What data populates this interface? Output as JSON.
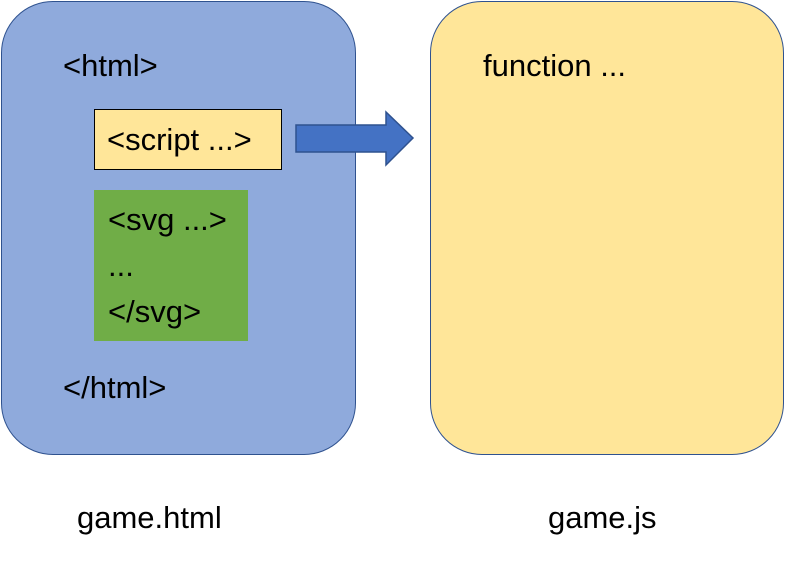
{
  "colors": {
    "html_box_fill": "#8faadc",
    "js_box_fill": "#ffe699",
    "script_box_fill": "#ffe699",
    "svg_box_fill": "#70ad47",
    "arrow_fill": "#4472c4",
    "outline": "#2f528f"
  },
  "html_file": {
    "open_tag": "<html>",
    "script_tag": "<script ...>",
    "svg_lines": [
      "<svg ...>",
      "...",
      "</svg>"
    ],
    "close_tag": "</html>",
    "filename": "game.html"
  },
  "js_file": {
    "code": "function ...",
    "filename": "game.js"
  },
  "arrow": {
    "direction": "right",
    "icon": "right-arrow-icon"
  }
}
